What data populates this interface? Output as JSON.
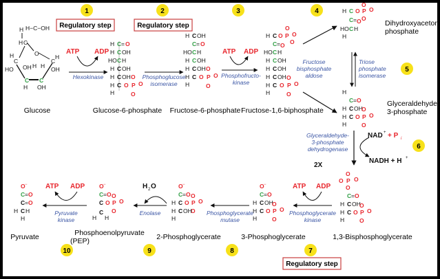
{
  "regulatory_step_label": "Regulatory step",
  "steps": [
    "1",
    "2",
    "3",
    "4",
    "5",
    "6",
    "7",
    "8",
    "9",
    "10"
  ],
  "molecules": {
    "glucose": "Glucose",
    "g6p": "Glucose-6-phosphate",
    "f6p": "Fructose-6-phosphate",
    "f16bp": "Fructose-1,6-biphosphate",
    "dhap_1": "Dihydroxyacetone-",
    "dhap_2": "phosphate",
    "g3p_1": "Glyceraldehyde-",
    "g3p_2": "3-phosphate",
    "bpg13": "1,3-Bisphosphoglycerate",
    "pg3": "3-Phosphoglycerate",
    "pg2": "2-Phosphoglycerate",
    "pep_1": "Phosphoenolpyruvate",
    "pep_2": "(PEP)",
    "pyruvate": "Pyruvate"
  },
  "enzymes": {
    "hexokinase": "Hexokinase",
    "pgi_1": "Phosphoglucose",
    "pgi_2": "isomerase",
    "pfk_1": "Phosphofructo-",
    "pfk_2": "kinase",
    "aldolase_1": "Fructose",
    "aldolase_2": "bisphosphate",
    "aldolase_3": "aldose",
    "tpi_1": "Triose",
    "tpi_2": "phosphate",
    "tpi_3": "isomerase",
    "gapdh_1": "Glyceraldehyde-",
    "gapdh_2": "3-phosphate",
    "gapdh_3": "dehydrogenase",
    "pgk_1": "Phosphoglycerate",
    "pgk_2": "kinase",
    "pgm_1": "Phosphoglycerate",
    "pgm_2": "mutase",
    "enolase": "Enolase",
    "pk_1": "Pyruvate",
    "pk_2": "kinase"
  },
  "cofactors": {
    "atp": "ATP",
    "adp": "ADP",
    "nad": "NAD",
    "nad_sup": "+",
    "plus_pi": "+ P",
    "pi_sub": "i",
    "nadh": "NADH + H",
    "nadh_sup": "+",
    "h2o": "H",
    "h2o_sub": "2",
    "h2o_o": "O",
    "two_x": "2X"
  },
  "atoms": {
    "H": "H",
    "C": "C",
    "O": "O",
    "P": "P",
    "OH": "OH",
    "HO": "HO",
    "CH2": "CH",
    "Om": "O",
    "minus": "−",
    "eq": "=",
    "CeqO": "C=O",
    "HminusC": "H−C−OH",
    "HOminusC": "HO−C−H",
    "Ominus_sup": "−",
    "Ominus_label": "O"
  },
  "colors": {
    "red": "#e8262d",
    "green": "#2f9e44",
    "blue": "#3a55a4",
    "yellow": "#f7e11a",
    "box_red": "#c83e3e"
  }
}
